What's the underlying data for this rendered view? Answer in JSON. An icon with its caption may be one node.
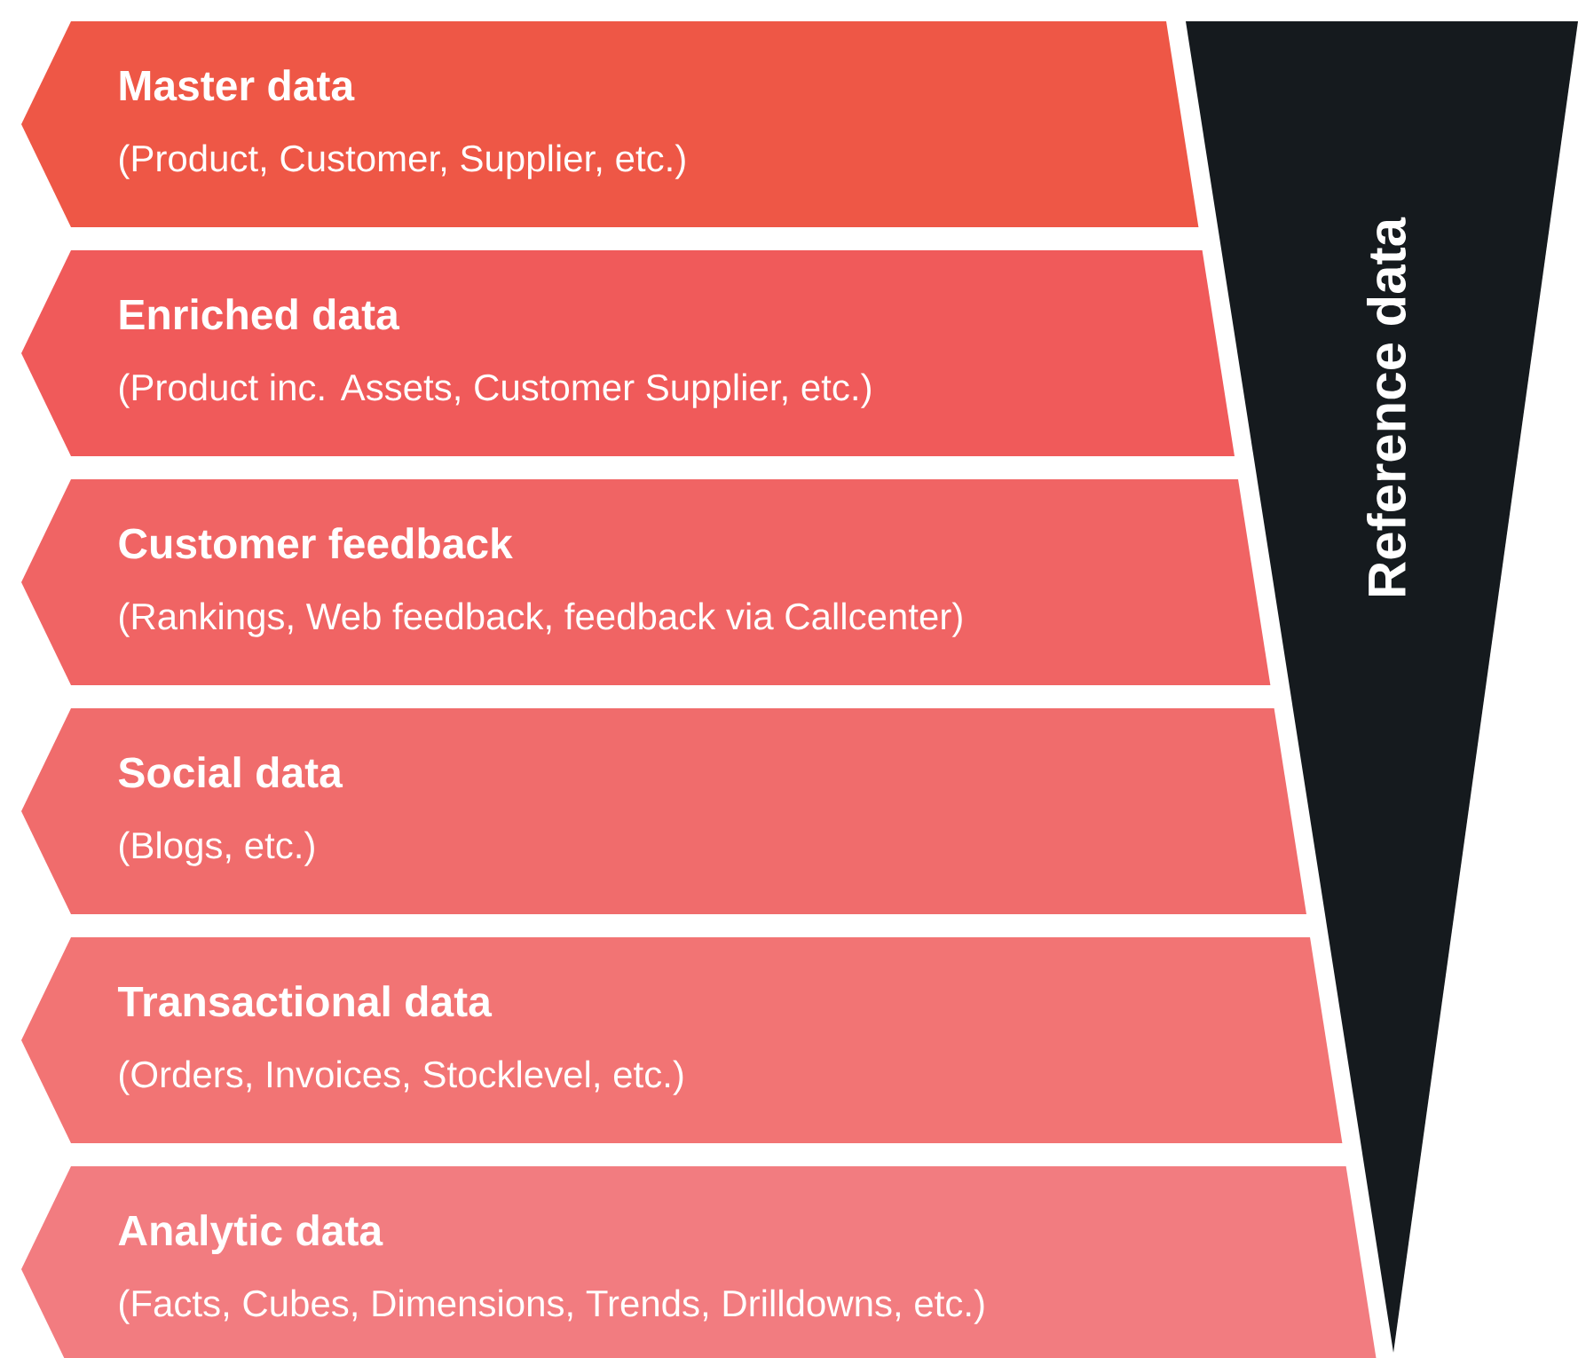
{
  "diagram": {
    "nodes": [
      {
        "text": [
          "Master data",
          "(Product, Customer, Supplier, etc.)"
        ]
      },
      {
        "text": [
          "Enriched data",
          "(Product inc. Assets, Customer Supplier, etc.)"
        ]
      },
      {
        "text": [
          "Customer feedback",
          "(Rankings, Web feedback, feedback via Callcenter)"
        ]
      },
      {
        "text": [
          "Social data",
          "(Blogs, etc.)"
        ]
      },
      {
        "text": [
          "Transactional data",
          "(Orders, Invoices, Stocklevel, etc.)"
        ]
      },
      {
        "text": [
          "Analytic data",
          "(Facts, Cubes, Dimensions, Trends, Drilldowns, etc.)"
        ]
      },
      {
        "text": [
          "Reference data"
        ]
      }
    ]
  }
}
